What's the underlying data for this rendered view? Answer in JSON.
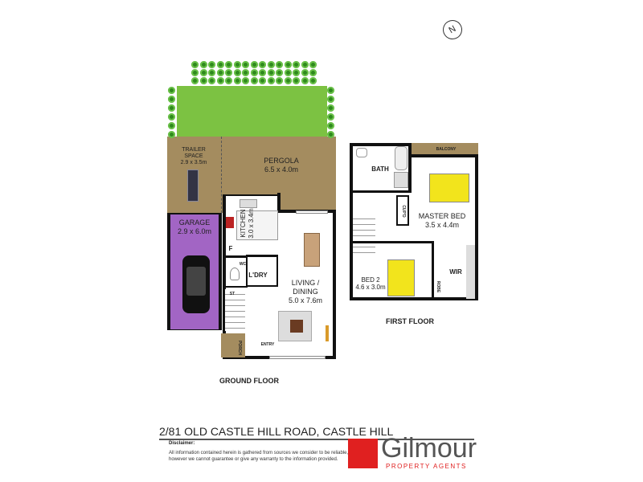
{
  "compass": {
    "label": "N"
  },
  "ground_floor": {
    "title": "GROUND FLOOR",
    "rooms": [
      {
        "name": "TRAILER SPACE",
        "dims": "2.9 x 3.5m"
      },
      {
        "name": "PERGOLA",
        "dims": "6.5 x 4.0m"
      },
      {
        "name": "GARAGE",
        "dims": "2.9 x 6.0m"
      },
      {
        "name": "KITCHEN",
        "dims": "3.0 x 3.4m"
      },
      {
        "name": "LIVING / DINING",
        "dims": "5.0 x 7.6m"
      }
    ],
    "small_labels": {
      "wc": "WC",
      "laundry": "L'DRY",
      "fridge": "F",
      "store": "ST",
      "entry": "ENTRY",
      "porch": "PORCH"
    }
  },
  "first_floor": {
    "title": "FIRST FLOOR",
    "rooms": [
      {
        "name": "MASTER BED",
        "dims": "3.5 x 4.4m"
      },
      {
        "name": "BED 2",
        "dims": "4.6 x 3.0m"
      }
    ],
    "small_labels": {
      "bath": "BATH",
      "balcony": "BALCONY",
      "cupboard": "CUP'D",
      "wir": "WIR",
      "robe": "ROBE"
    }
  },
  "colors": {
    "garage": "#a265c4",
    "outdoor": "#a48c5f",
    "lawn": "#7cc242",
    "bed": "#f2e41c",
    "brand_red": "#e02020"
  },
  "footer": {
    "address": "2/81 OLD CASTLE HILL ROAD, CASTLE HILL",
    "disclaimer_title": "Disclaimer:",
    "disclaimer_line1": "All information contained herein is gathered from sources we consider to be reliable,",
    "disclaimer_line2": "however we cannot guarantee or give any warranty to the information provided.",
    "brand": "Gilmour",
    "brand_sub": "PROPERTY AGENTS"
  }
}
